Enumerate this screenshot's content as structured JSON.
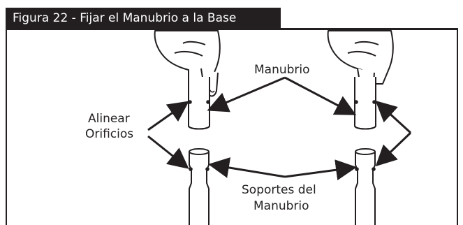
{
  "figure": {
    "title": "Figura 22 - Fijar el Manubrio a la Base"
  },
  "labels": {
    "handlebar": "Manubrio",
    "align_line1": "Alinear",
    "align_line2": "Orificios",
    "supports_line1": "Soportes del",
    "supports_line2": "Manubrio"
  },
  "colors": {
    "ink": "#231f20",
    "paper": "#ffffff"
  }
}
